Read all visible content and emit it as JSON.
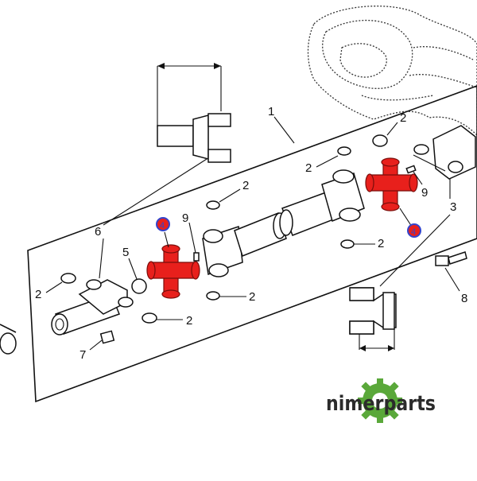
{
  "callouts": {
    "c1": "1",
    "c2a": "2",
    "c2b": "2",
    "c2c": "2",
    "c2d": "2",
    "c2e": "2",
    "c2f": "2",
    "c2g": "2",
    "c3": "3",
    "c4a": "4",
    "c4b": "4",
    "c5": "5",
    "c6": "6",
    "c7": "7",
    "c8": "8",
    "c9a": "9",
    "c9b": "9"
  },
  "logo": {
    "text": "nimerparts"
  },
  "colors": {
    "highlight": "#e8201c",
    "badge": "#3344cc",
    "logo_gear": "#5aa83a",
    "logo_text": "#2b2b2b"
  }
}
